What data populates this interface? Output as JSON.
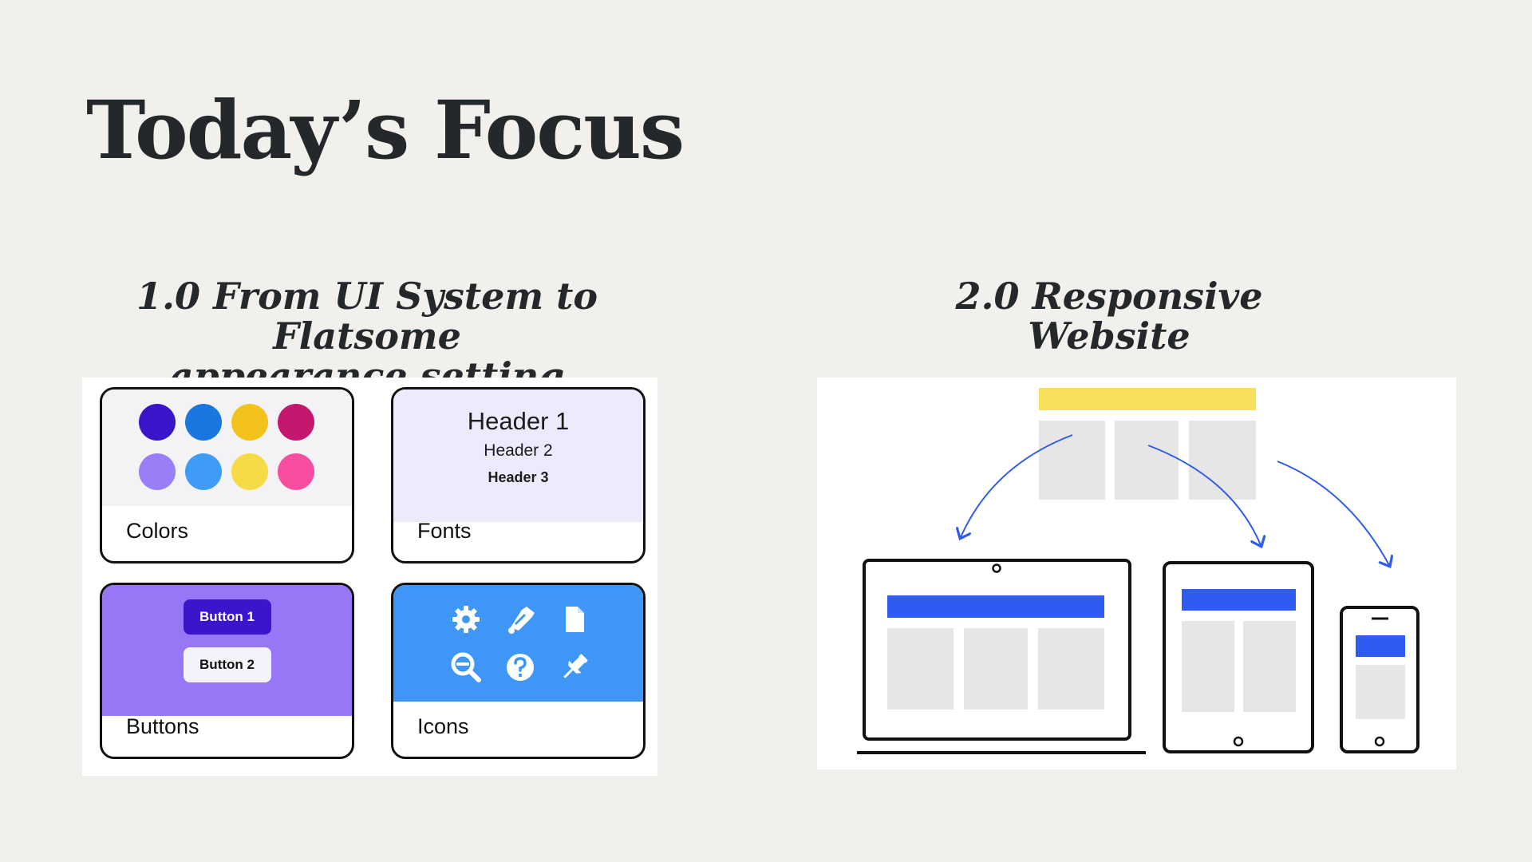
{
  "slide": {
    "title": "Today’s Focus",
    "section1": {
      "line1": "1.0 From UI System to Flatsome",
      "line2": "appearance setting"
    },
    "section2": {
      "line1": "2.0 Responsive Website"
    }
  },
  "ui_system": {
    "colors_label": "Colors",
    "colors": [
      "#3a14c8",
      "#1a76e1",
      "#f4c21c",
      "#c4186e",
      "#9a7ef7",
      "#3e9cf7",
      "#f7db46",
      "#f74d9f"
    ],
    "fonts_label": "Fonts",
    "header1": "Header 1",
    "header2": "Header 2",
    "header3": "Header 3",
    "buttons_label": "Buttons",
    "button1": "Button 1",
    "button2": "Button 2",
    "icons_label": "Icons",
    "icon_names": [
      "gear-icon",
      "paint-icon",
      "file-icon",
      "zoom-out-icon",
      "help-icon",
      "pin-icon"
    ]
  },
  "colors": {
    "background": "#f1f0ec",
    "accent_blue": "#2e5bf0",
    "accent_yellow": "#f7df5b",
    "placeholder_gray": "#e6e6e6",
    "buttons_card": "#9877f6",
    "icons_card": "#3e97f6",
    "fonts_card": "#ecebfd",
    "colors_card": "#f3f3f6"
  }
}
